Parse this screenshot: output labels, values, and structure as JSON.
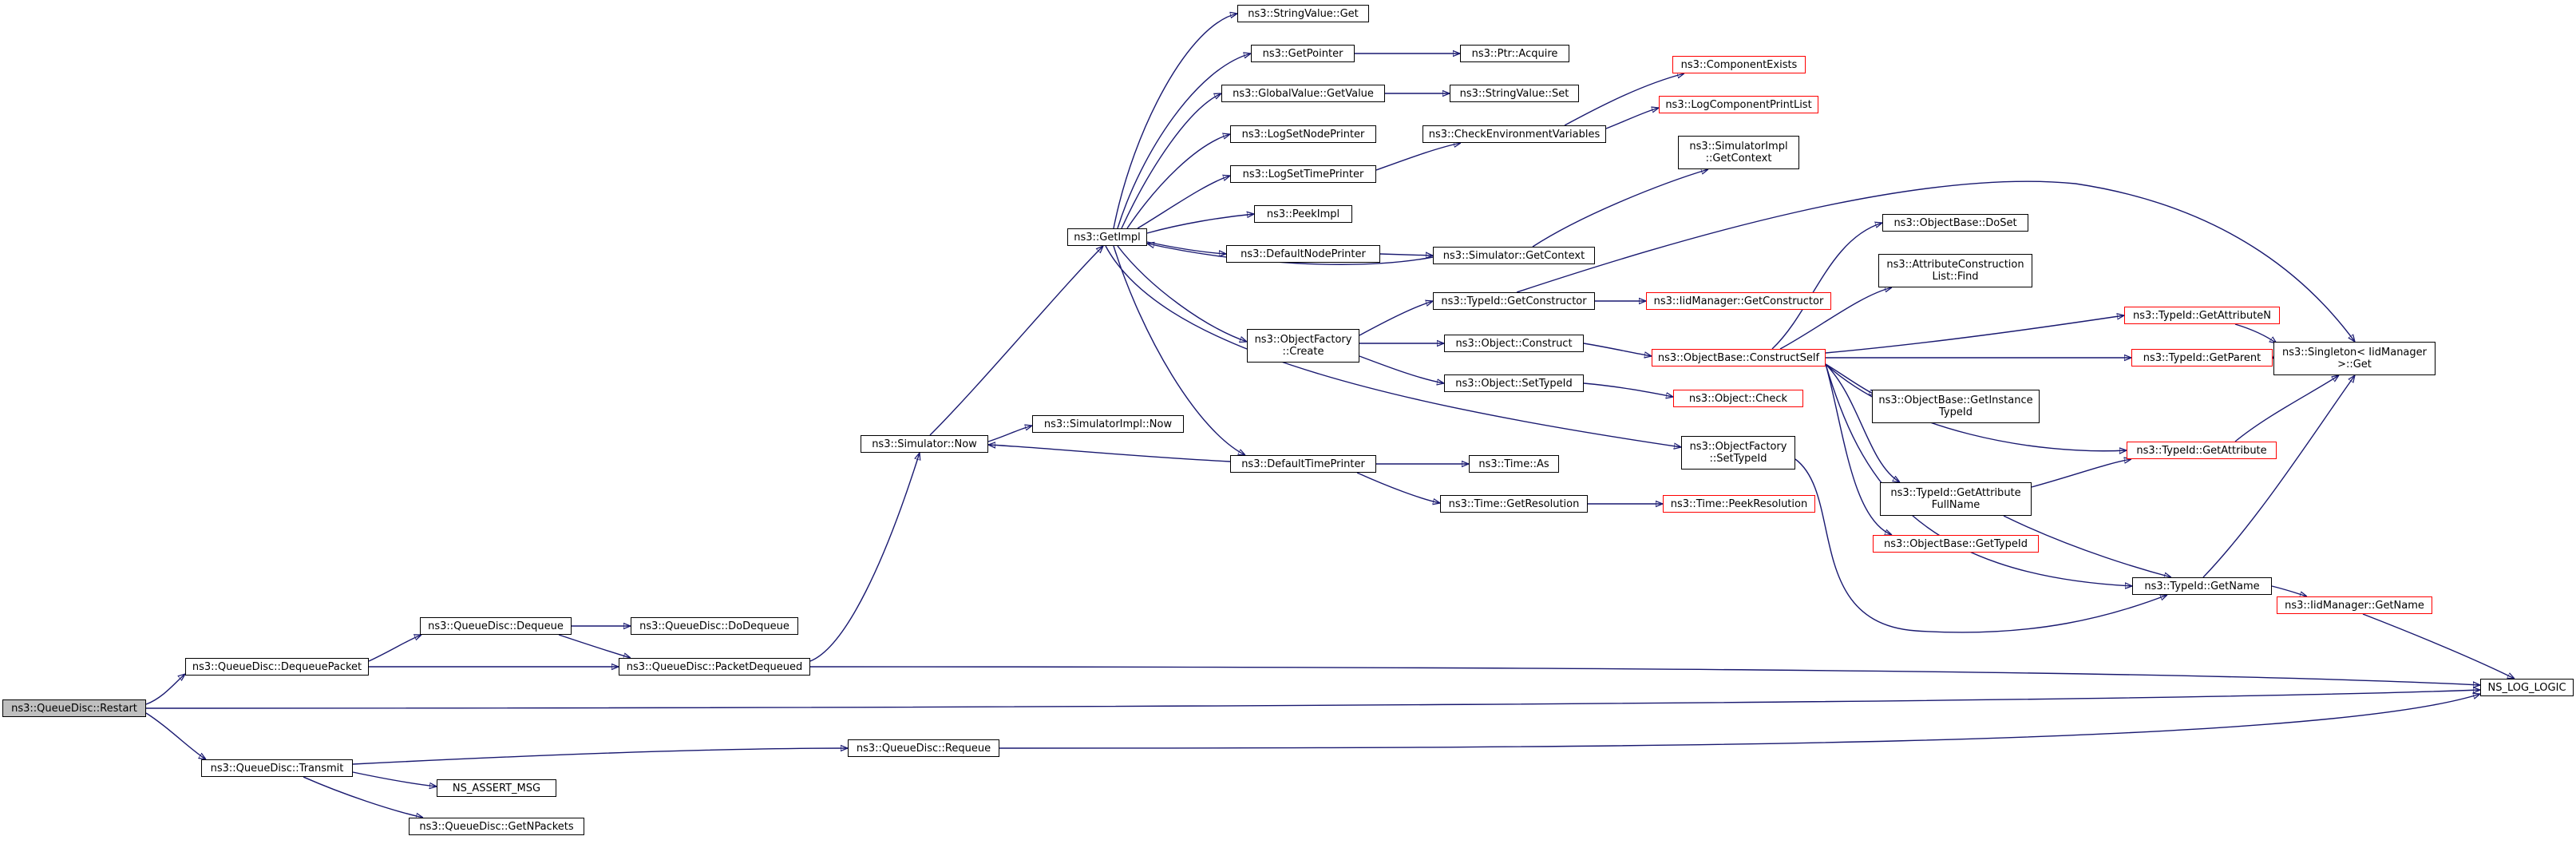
{
  "graph": {
    "kind": "call-graph",
    "edge_color": "#191970",
    "node_border": "#000000",
    "truncated_border": "#ff0000",
    "root_fill": "#bfbfbf",
    "nodes": [
      {
        "id": "restart",
        "label": "ns3::QueueDisc::Restart",
        "root": true
      },
      {
        "id": "dequeuepacket",
        "label": "ns3::QueueDisc::DequeuePacket"
      },
      {
        "id": "transmit",
        "label": "ns3::QueueDisc::Transmit"
      },
      {
        "id": "dequeue",
        "label": "ns3::QueueDisc::Dequeue"
      },
      {
        "id": "packetdequeued",
        "label": "ns3::QueueDisc::PacketDequeued"
      },
      {
        "id": "dodequeue",
        "label": "ns3::QueueDisc::DoDequeue"
      },
      {
        "id": "requeue",
        "label": "ns3::QueueDisc::Requeue"
      },
      {
        "id": "nsassert",
        "label": "NS_ASSERT_MSG"
      },
      {
        "id": "getnpackets",
        "label": "ns3::QueueDisc::GetNPackets"
      },
      {
        "id": "simnow",
        "label": "ns3::Simulator::Now"
      },
      {
        "id": "simimplnow",
        "label": "ns3::SimulatorImpl::Now"
      },
      {
        "id": "getimpl",
        "label": "ns3::GetImpl"
      },
      {
        "id": "stringvalueget",
        "label": "ns3::StringValue::Get"
      },
      {
        "id": "getpointer",
        "label": "ns3::GetPointer"
      },
      {
        "id": "globalvalueget",
        "label": "ns3::GlobalValue::GetValue"
      },
      {
        "id": "logsetnodeprinter",
        "label": "ns3::LogSetNodePrinter"
      },
      {
        "id": "logsettimeprinter",
        "label": "ns3::LogSetTimePrinter"
      },
      {
        "id": "peekimpl",
        "label": "ns3::PeekImpl"
      },
      {
        "id": "defaultnodeprinter",
        "label": "ns3::DefaultNodePrinter"
      },
      {
        "id": "objfactorycreate",
        "label": "ns3::ObjectFactory\n::Create"
      },
      {
        "id": "defaulttimeprinter",
        "label": "ns3::DefaultTimePrinter"
      },
      {
        "id": "ptracquire",
        "label": "ns3::Ptr::Acquire"
      },
      {
        "id": "stringvalueset",
        "label": "ns3::StringValue::Set"
      },
      {
        "id": "checkenv",
        "label": "ns3::CheckEnvironmentVariables"
      },
      {
        "id": "simgetcontext",
        "label": "ns3::Simulator::GetContext"
      },
      {
        "id": "typeidgetconstructor",
        "label": "ns3::TypeId::GetConstructor"
      },
      {
        "id": "objectconstruct",
        "label": "ns3::Object::Construct"
      },
      {
        "id": "objectsettypeid",
        "label": "ns3::Object::SetTypeId"
      },
      {
        "id": "timeas",
        "label": "ns3::Time::As"
      },
      {
        "id": "timegetresolution",
        "label": "ns3::Time::GetResolution"
      },
      {
        "id": "componentexists",
        "label": "ns3::ComponentExists",
        "truncated": true
      },
      {
        "id": "logcomponentprintlist",
        "label": "ns3::LogComponentPrintList",
        "truncated": true
      },
      {
        "id": "simimplgetcontext",
        "label": "ns3::SimulatorImpl\n::GetContext"
      },
      {
        "id": "iidmgrgetconstructor",
        "label": "ns3::IidManager::GetConstructor",
        "truncated": true
      },
      {
        "id": "constructself",
        "label": "ns3::ObjectBase::ConstructSelf",
        "truncated": true
      },
      {
        "id": "objectcheck",
        "label": "ns3::Object::Check",
        "truncated": true
      },
      {
        "id": "objfactorysettypeid",
        "label": "ns3::ObjectFactory\n::SetTypeId"
      },
      {
        "id": "timepeekresolution",
        "label": "ns3::Time::PeekResolution",
        "truncated": true
      },
      {
        "id": "objectbasedoset",
        "label": "ns3::ObjectBase::DoSet"
      },
      {
        "id": "attrconstructionfind",
        "label": "ns3::AttributeConstruction\nList::Find"
      },
      {
        "id": "objectbasegetinstancetypeid",
        "label": "ns3::ObjectBase::GetInstance\nTypeId"
      },
      {
        "id": "typeidgetattributefullname",
        "label": "ns3::TypeId::GetAttribute\nFullName"
      },
      {
        "id": "objectbasegettypeid",
        "label": "ns3::ObjectBase::GetTypeId",
        "truncated": true
      },
      {
        "id": "typeidgetattributen",
        "label": "ns3::TypeId::GetAttributeN",
        "truncated": true
      },
      {
        "id": "typeidgetparent",
        "label": "ns3::TypeId::GetParent",
        "truncated": true
      },
      {
        "id": "typeidgetattribute",
        "label": "ns3::TypeId::GetAttribute",
        "truncated": true
      },
      {
        "id": "typeidgetname",
        "label": "ns3::TypeId::GetName"
      },
      {
        "id": "singletonget",
        "label": "ns3::Singleton< IidManager\n>::Get"
      },
      {
        "id": "iidmgrgetname",
        "label": "ns3::IidManager::GetName",
        "truncated": true
      },
      {
        "id": "nsloglogic",
        "label": "NS_LOG_LOGIC"
      }
    ]
  }
}
